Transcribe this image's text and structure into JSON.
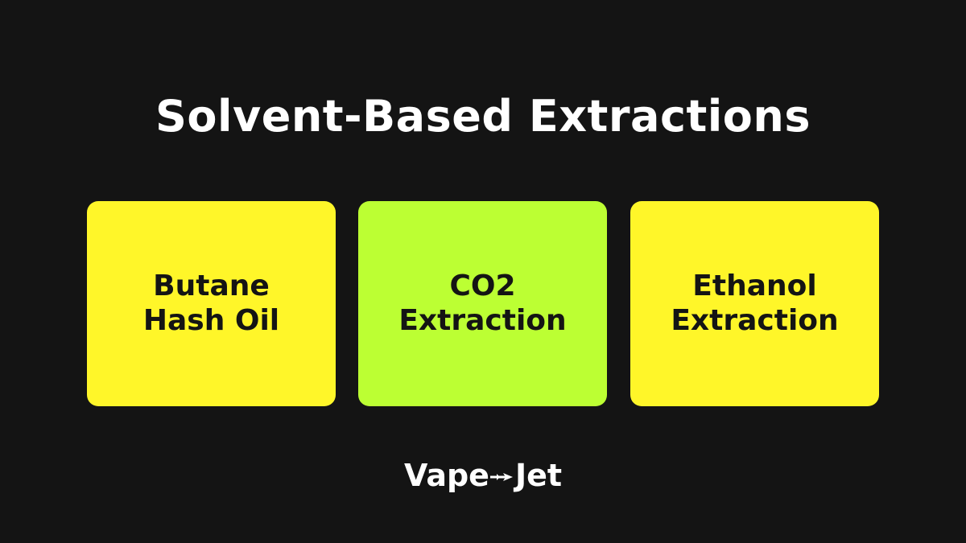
{
  "title": "Solvent-Based Extractions",
  "cards": [
    {
      "label": "Butane\nHash Oil",
      "color": "#fff629"
    },
    {
      "label": "CO2\nExtraction",
      "color": "#bcff33"
    },
    {
      "label": "Ethanol\nExtraction",
      "color": "#fff629"
    }
  ],
  "logo": {
    "part1": "Vape",
    "part2": "Jet",
    "icon": "jet-arrow-icon"
  },
  "colors": {
    "background": "#141414",
    "text_light": "#ffffff",
    "text_dark": "#141414"
  }
}
